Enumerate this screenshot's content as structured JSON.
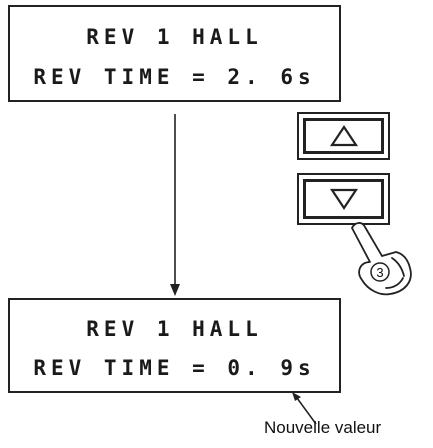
{
  "display_before": {
    "line1": "REV 1 HALL",
    "line2": "REV TIME = 2. 6s"
  },
  "display_after": {
    "line1": "REV 1 HALL",
    "line2": "REV TIME = 0. 9s"
  },
  "buttons": {
    "up_icon": "triangle-up-icon",
    "down_icon": "triangle-down-icon"
  },
  "finger": {
    "press_count": "3"
  },
  "annotation": {
    "text": "Nouvelle valeur"
  }
}
